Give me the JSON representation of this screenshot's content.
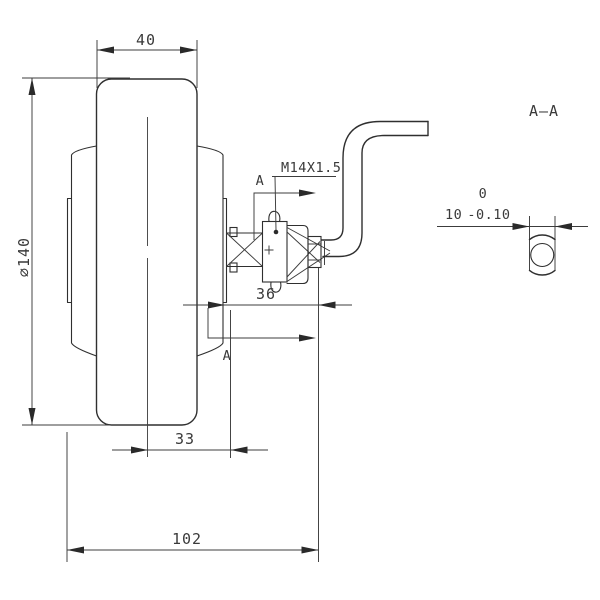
{
  "drawing": {
    "type": "engineering-drawing",
    "section_view_label": "A–A",
    "cutting_label_top": "A",
    "cutting_label_bottom": "A",
    "labels": {
      "tire_width": "40",
      "wheel_diameter": "⌀140",
      "thread_spec": "M14X1.5",
      "stem_length": "36",
      "hub_offset": "33",
      "overall_length": "102",
      "flat_width": "10",
      "tolerance_upper": "0",
      "tolerance_lower": "-0.10"
    },
    "colors": {
      "line": "#2f2f2f",
      "text": "#3a3a3a",
      "background": "#ffffff"
    }
  }
}
